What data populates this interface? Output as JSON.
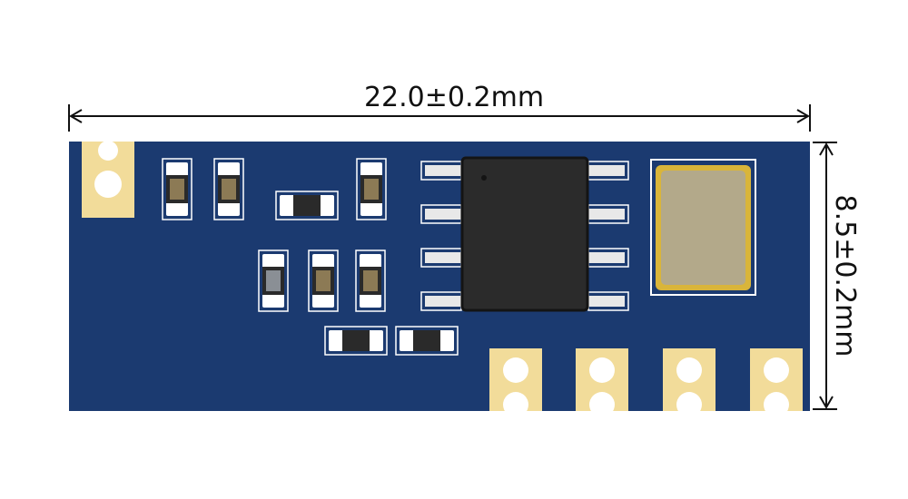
{
  "dimensions": {
    "width_label": "22.0±0.2mm",
    "height_label": "8.5±0.2mm"
  },
  "colors": {
    "pcb": "#1b3a70",
    "pad_gold": "#f2dc9a",
    "silkscreen": "#ffffff",
    "chip": "#2b2b2b",
    "crystal_body": "#b3a98a",
    "crystal_frame": "#d9b53a",
    "dimension_line": "#111111"
  },
  "components": {
    "ic_pins_per_side": 4,
    "castellated_pads_bottom": 4,
    "castellated_pads_top_left": 1,
    "vertical_resistors": 6,
    "horizontal_resistors": 3
  }
}
